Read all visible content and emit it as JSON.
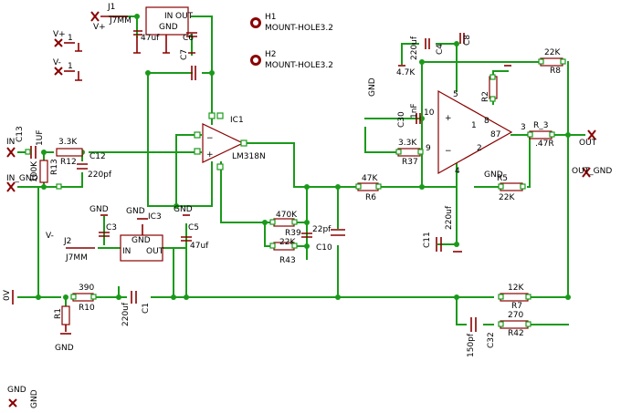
{
  "diagram": {
    "title": "",
    "colors": {
      "wire": "#1a9a1a",
      "part": "#8a0000",
      "text": "#000000",
      "background": "#ffffff"
    },
    "connectors": {
      "in": "IN",
      "in_gnd": "IN_GND",
      "out": "OUT",
      "out_gnd": "OUT_GND",
      "vplus": "V+",
      "vminus": "V-",
      "zero_v": "0V",
      "gnd_a": "GND",
      "gnd_b": "GND"
    },
    "mounting": {
      "h1_ref": "H1",
      "h1_value": "MOUNT-HOLE3.2",
      "h2_ref": "H2",
      "h2_value": "MOUNT-HOLE3.2"
    },
    "jumpers": {
      "j1_ref": "J1",
      "j1_value": "J7MM",
      "j2_ref": "J2",
      "j2_value": "J7MM",
      "j1_label": "V+",
      "j2_label": "V-"
    },
    "regulators": {
      "ic2_pin_in": "IN",
      "ic2_pin_gnd": "GND",
      "ic2_pin_out": "OUT",
      "ic3_ref": "IC3",
      "ic3_pin_in": "IN",
      "ic3_pin_gnd": "GND",
      "ic3_pin_out": "OUT"
    },
    "amp1": {
      "ref": "IC1",
      "value": "LM318N"
    },
    "components": {
      "c13_ref": "C13",
      "c13_value": "1UF",
      "r12_value": "3.3K",
      "r12_ref": "R12",
      "r13_ref": "R13",
      "r13_value": "100K",
      "c12_ref": "C12",
      "c12_value": "220pf",
      "c3_ref": "C3",
      "c5_ref": "C5",
      "c5_value": "47uf",
      "c7_ref": "C7",
      "c6_ref": "C6",
      "c47_value": "47uf",
      "r45_value": "470K",
      "r39_ref": "R39",
      "r43_ref": "R43",
      "r43_value": "22K",
      "c22_value": "22pf",
      "c10_ref": "C10",
      "r6_value": "47K",
      "r6_ref": "R6",
      "r10_value": "390",
      "r10_ref": "R10",
      "r1_ref": "R1",
      "c1_ref": "C1",
      "c1_value": "220uf",
      "c4_ref": "C4",
      "c4_value": "220uf",
      "c30_ref": "C30",
      "c30_value": "1nF",
      "r8_value": "22K",
      "r8_ref": "R8",
      "r2_ref": "R2",
      "r37_value": "3.3K",
      "r37_ref": "R37",
      "r5_ref": "R5",
      "r5_value": "22K",
      "r3_ref": "R_3",
      "r3_value": ".47R",
      "r4_value": "4.7K",
      "r7_value": "12K",
      "r7_ref": "R7",
      "r42_value": "270",
      "r42_ref": "R42",
      "c32_value": "150pf",
      "c32_ref": "C32",
      "c11_ref": "C11",
      "c11_value": "220uf",
      "c1b_value": "220uf",
      "c8_ref": "C8"
    },
    "amp2_pins": {
      "p1": "1",
      "p2": "2",
      "p3": "3",
      "p4": "4",
      "p5": "5",
      "p8": "8",
      "p9": "9",
      "p10": "10",
      "p87": "87"
    }
  }
}
